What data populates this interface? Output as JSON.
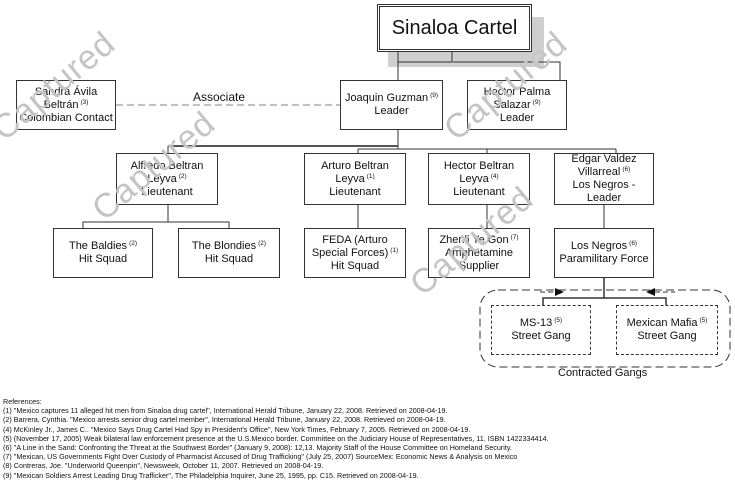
{
  "title": "Sinaloa Cartel",
  "associate_label": "Associate",
  "stamp_text": "Captured",
  "contracted_label": "Contracted Gangs",
  "nodes": {
    "sandra": {
      "lines": [
        "Sandra Ávila",
        "Beltrán",
        "Colombian Contact"
      ],
      "ref": "(3)"
    },
    "joaquin": {
      "lines": [
        "Joaquin Guzman",
        "Leader"
      ],
      "ref": "(9)"
    },
    "hector_palma": {
      "lines": [
        "Hector Palma",
        "Salazar",
        "Leader"
      ],
      "ref": "(9)"
    },
    "alfredo": {
      "lines": [
        "Alfredo Beltran",
        "Leyva",
        "Lieutenant"
      ],
      "ref": "(2)"
    },
    "arturo": {
      "lines": [
        "Arturo Beltran",
        "Leyva",
        "Lieutenant"
      ],
      "ref": "(1)"
    },
    "hector_beltran": {
      "lines": [
        "Hector Beltran",
        "Leyva",
        "Lieutenant"
      ],
      "ref": "(4)"
    },
    "edgar": {
      "lines": [
        "Edgar Valdez",
        "Villarreal",
        "Los Negros -",
        "Leader"
      ],
      "ref": "(6)"
    },
    "baldies": {
      "lines": [
        "The Baldies",
        "Hit Squad"
      ],
      "ref": "(2)"
    },
    "blondies": {
      "lines": [
        "The Blondies",
        "Hit Squad"
      ],
      "ref": "(2)"
    },
    "feda": {
      "lines": [
        "FEDA (Arturo",
        "Special Forces)",
        "Hit Squad"
      ],
      "ref": "(1)"
    },
    "zhenli": {
      "lines": [
        "Zhenli Ye Gon",
        "Amphetamine",
        "Supplier"
      ],
      "ref": "(7)"
    },
    "los_negros": {
      "lines": [
        "Los Negros",
        "Paramilitary Force"
      ],
      "ref": "(6)"
    },
    "ms13": {
      "lines": [
        "MS-13",
        "Street Gang"
      ],
      "ref": "(5)"
    },
    "mexican_mafia": {
      "lines": [
        "Mexican Mafia",
        "Street Gang"
      ],
      "ref": "(5)"
    }
  },
  "references": {
    "heading": "References:",
    "items": [
      "(1) \"Mexico captures 11 alleged hit men from Sinaloa drug cartel\", International Herald Tribune, January 22, 2008. Retrieved on 2008-04-19.",
      "(2) Barrera, Cynthia. \"Mexico arrests senior drug cartel member\", International Herald Tribune, January 22, 2008. Retrieved on 2008-04-19.",
      "(4) McKinley Jr., James C.. \"Mexico Says Drug Cartel Had Spy in President's Office\", New York Times, February 7, 2005. Retrieved on 2008-04-19.",
      "(5) (November 17, 2005) Weak bilateral law enforcement presence at the U.S.Mexico border. Committee on the Judiciary House of Representatives, 11. ISBN 1422334414.",
      "(6) \"A Line in the Sand: Confronting the Threat at the Southwest Border\" (January 9, 2008): 12,13. Majority Staff of the House Committee on Homeland Security.",
      "(7) \"Mexican, US Governments Fight Over Custody of Pharmacist Accused of Drug Trafficking\" (July 25, 2007) SourceMex: Economic News & Analysis on Mexico",
      "(8) Contreras, Joe. \"Underworld Queenpin\", Newsweek, October 11, 2007. Retrieved on 2008-04-19.",
      "(9) \"Mexican Soldiers Arrest Leading Drug Trafficker\", The Philadelphia Inquirer, June 25, 1995, pp. C15. Retrieved on 2008-04-19."
    ]
  }
}
